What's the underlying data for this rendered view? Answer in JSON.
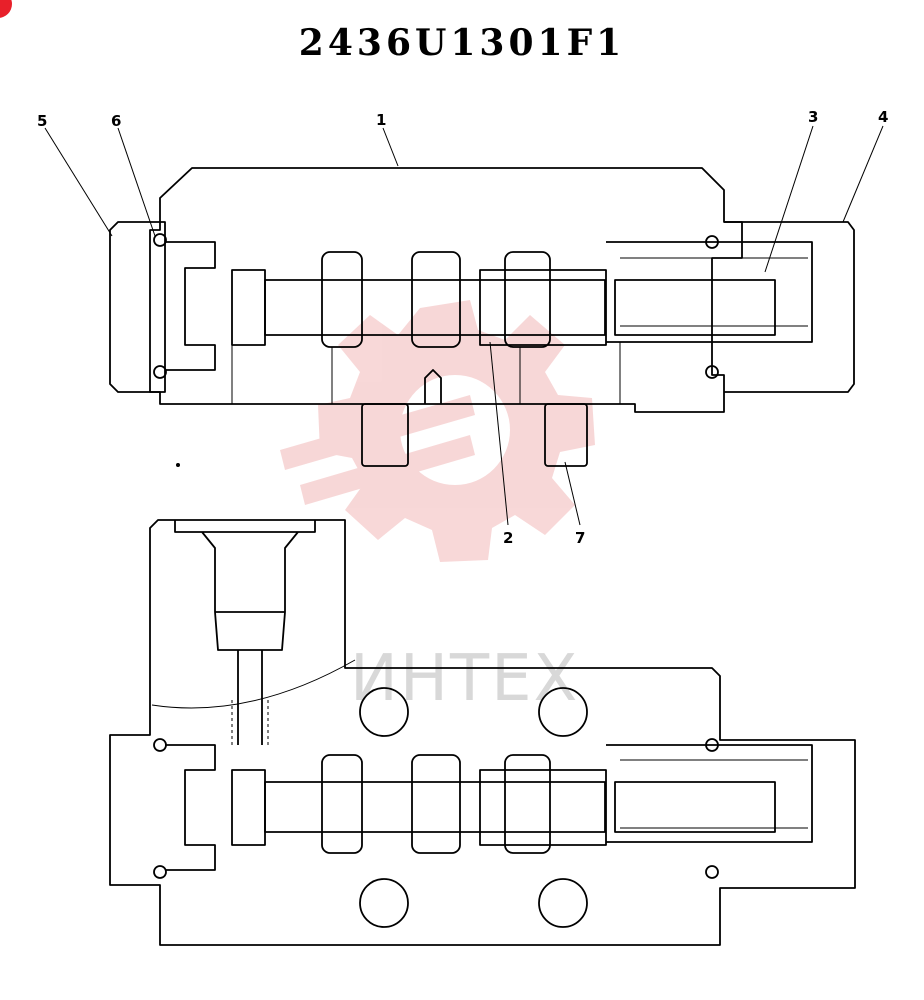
{
  "drawing": {
    "title": "2436U1301F1",
    "watermark_text": "ИНТЕХ",
    "watermark_color": "#f2b8b8",
    "corner_badge_color": "#e8202a"
  },
  "callouts": [
    {
      "id": "1",
      "label": "1"
    },
    {
      "id": "2",
      "label": "2"
    },
    {
      "id": "3",
      "label": "3"
    },
    {
      "id": "4",
      "label": "4"
    },
    {
      "id": "5",
      "label": "5"
    },
    {
      "id": "6",
      "label": "6"
    },
    {
      "id": "7",
      "label": "7"
    }
  ]
}
